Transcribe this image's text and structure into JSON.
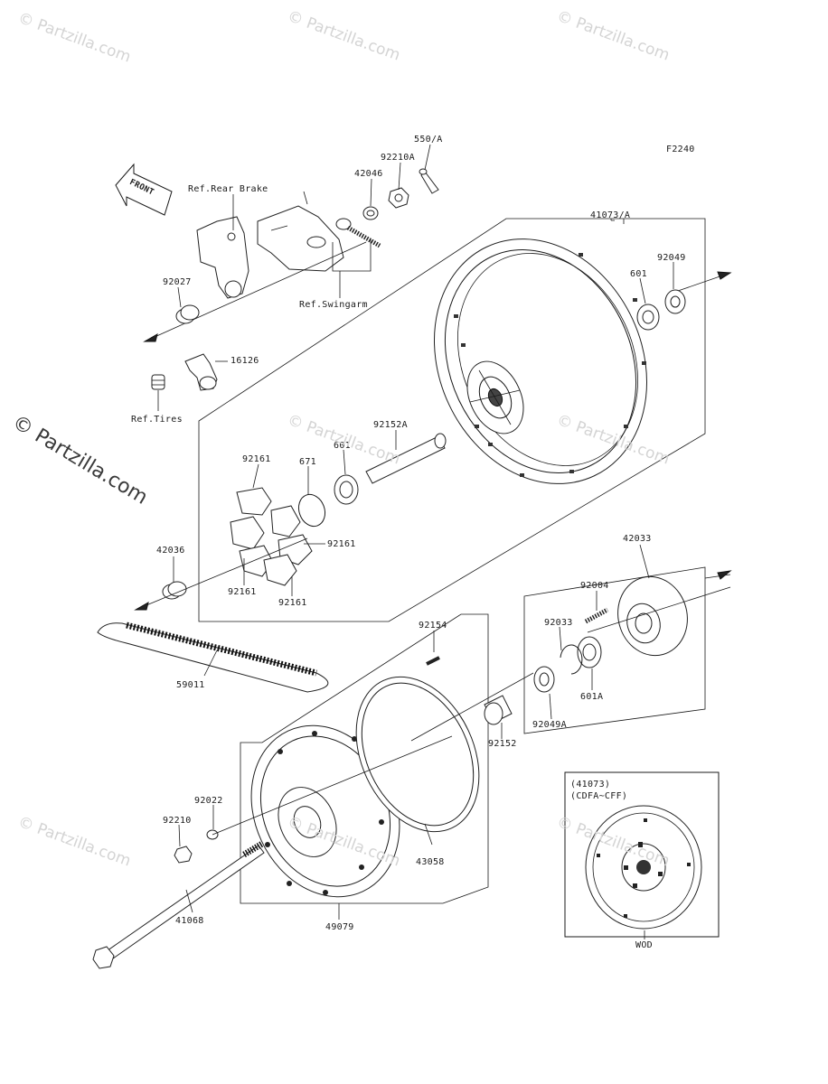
{
  "diagram": {
    "code": "F2240",
    "front_badge": "FRONT"
  },
  "watermarks": {
    "small_text": "© Partzilla.com",
    "big_text": "© Partzilla.com"
  },
  "labels": {
    "p550a": "550/A",
    "p92210a": "92210A",
    "p42046": "42046",
    "ref_rear_brake": "Ref.Rear Brake",
    "p41073a": "41073/A",
    "p92049": "92049",
    "p601_top": "601",
    "p92027": "92027",
    "ref_swingarm": "Ref.Swingarm",
    "p16126": "16126",
    "ref_tires": "Ref.Tires",
    "p92161_a": "92161",
    "p671": "671",
    "p601_mid": "601",
    "p92152a": "92152A",
    "p42036": "42036",
    "p92161_b": "92161",
    "p92161_c": "92161",
    "p92161_d": "92161",
    "p42033": "42033",
    "p92004": "92004",
    "p92154": "92154",
    "p92033": "92033",
    "p59011": "59011",
    "p601a": "601A",
    "p92049a": "92049A",
    "p92152": "92152",
    "p92022": "92022",
    "p92210": "92210",
    "p43058": "43058",
    "p41068": "41068",
    "p49079": "49079",
    "inset_part": "(41073)",
    "inset_range": "(CDFA~CFF)",
    "inset_caption": "WOD"
  }
}
